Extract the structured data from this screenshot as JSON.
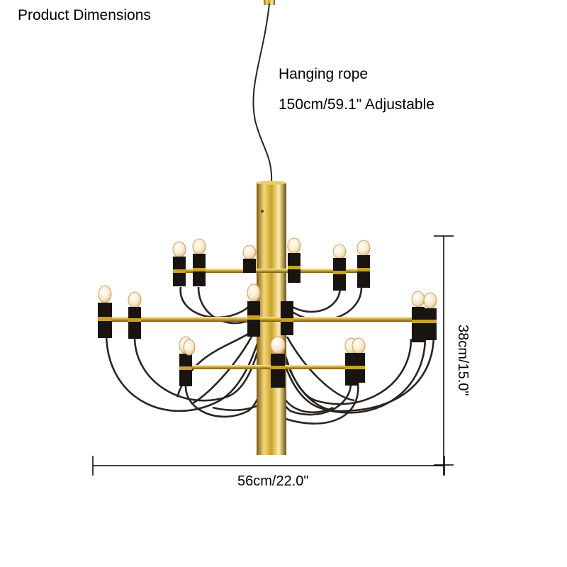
{
  "title": "Product Dimensions",
  "rope": {
    "label": "Hanging rope",
    "length": "150cm/59.1\" Adjustable"
  },
  "dimensions": {
    "width": "56cm/22.0\"",
    "height": "38cm/15.0\""
  },
  "colors": {
    "gold": "#c9a227",
    "socket": "#1a1410",
    "cable": "#2a2420",
    "bulb": "#fbe9c9",
    "dimension_line": "#000000"
  }
}
